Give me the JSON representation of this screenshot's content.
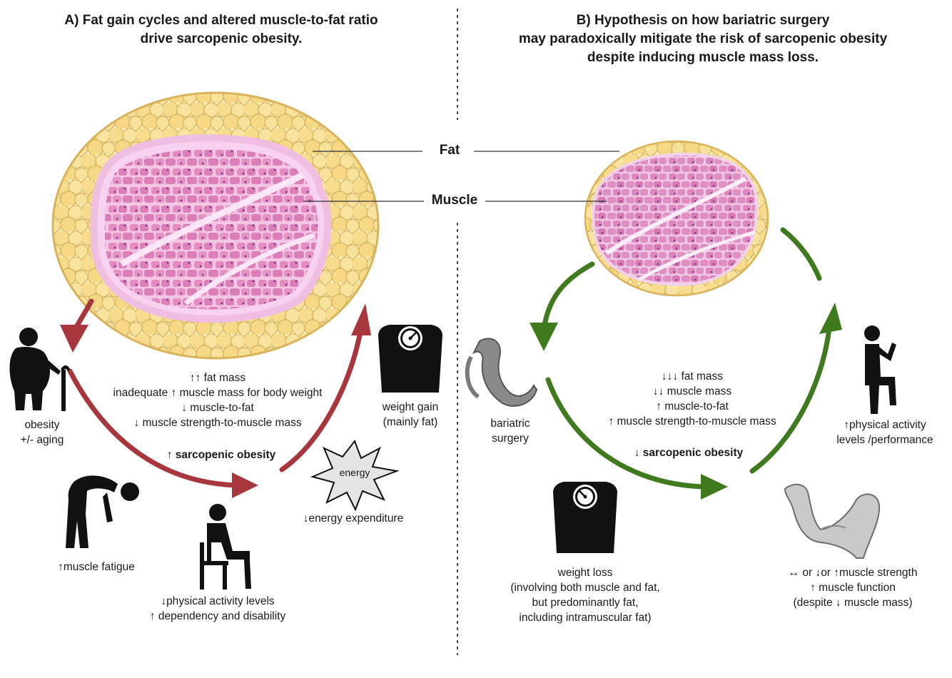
{
  "panel_a": {
    "title_line1": "A) Fat gain cycles and altered muscle-to-fat ratio",
    "title_line2": "drive sarcopenic obesity.",
    "obesity_line1": "obesity",
    "obesity_line2": "+/- aging",
    "weight_gain_line1": "weight gain",
    "weight_gain_line2": "(mainly fat)",
    "center_line1": "↑↑ fat mass",
    "center_line2": "inadequate ↑ muscle mass for body weight",
    "center_line3": "↓ muscle-to-fat",
    "center_line4": "↓ muscle strength-to-muscle mass",
    "sarcopenic": "↑ sarcopenic obesity",
    "energy_word": "energy",
    "energy_expenditure": "↓energy expenditure",
    "muscle_fatigue": "↑muscle fatigue",
    "activity_line1": "↓physical activity levels",
    "activity_line2": "↑ dependency and disability"
  },
  "panel_b": {
    "title_line1": "B) Hypothesis on how bariatric surgery",
    "title_line2": "may paradoxically mitigate the risk of sarcopenic obesity",
    "title_line3": "despite inducing muscle mass loss.",
    "bariatric_line1": "bariatric",
    "bariatric_line2": "surgery",
    "center_line1": "↓↓↓ fat mass",
    "center_line2": "↓↓ muscle mass",
    "center_line3": "↑ muscle-to-fat",
    "center_line4": "↑ muscle strength-to-muscle mass",
    "sarcopenic": "↓ sarcopenic obesity",
    "activity_line1": "↑physical activity",
    "activity_line2": "levels /performance",
    "weight_loss_line1": "weight loss",
    "weight_loss_line2": "(involving both muscle and fat,",
    "weight_loss_line3": "but predominantly fat,",
    "weight_loss_line4": "including intramuscular fat)",
    "strength_line1": "↔ or ↓or ↑muscle strength",
    "strength_line2": "↑ muscle function",
    "strength_line3": "(despite ↓ muscle mass)"
  },
  "labels": {
    "fat": "Fat",
    "muscle": "Muscle"
  },
  "colors": {
    "fat_fill": "#f7dc8e",
    "fat_outline": "#d9b35a",
    "muscle_fill": "#e48cc0",
    "muscle_bg": "#f7d3ef",
    "red_arrow": "#a8363d",
    "green_arrow": "#3f7a1e",
    "icon_black": "#111111"
  },
  "icons": [
    "elderly-obese-person-icon",
    "weighing-scale-icon",
    "energy-burst-icon",
    "bent-over-fatigued-person-icon",
    "seated-person-icon",
    "stomach-surgery-icon",
    "person-raising-knee-icon",
    "arm-muscle-icon"
  ]
}
